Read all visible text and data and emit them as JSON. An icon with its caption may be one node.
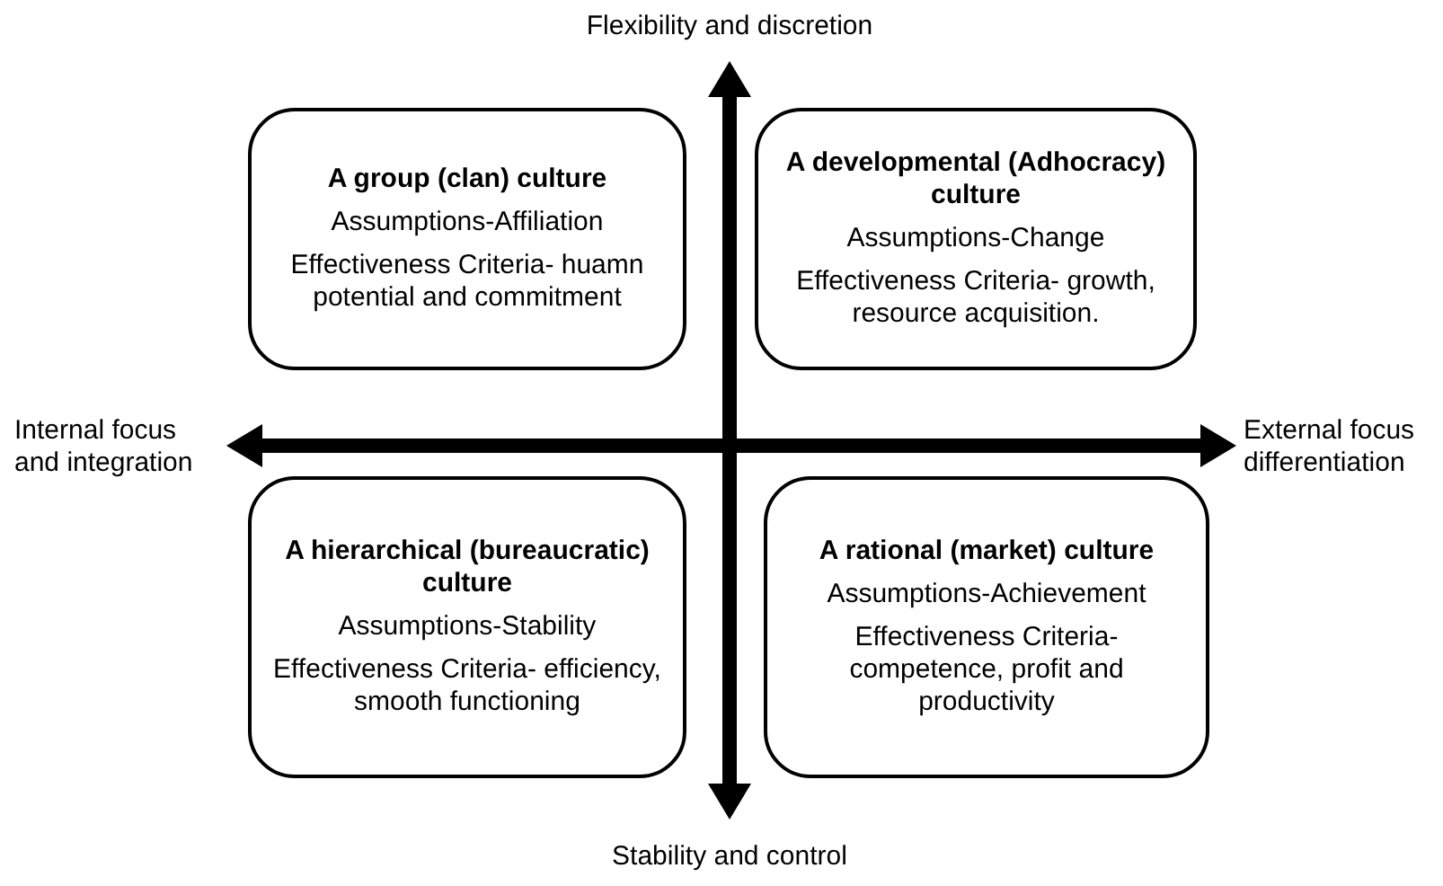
{
  "diagram": {
    "nodes": [
      {
        "text": [
          "A group (clan) culture",
          "Assumptions-Affiliation",
          "Effectiveness Criteria- huamn potential and commitment"
        ]
      },
      {
        "text": [
          "A developmental (Adhocracy) culture",
          "Assumptions-Change",
          "Effectiveness Criteria- growth, resource acquisition."
        ]
      },
      {
        "text": [
          "A hierarchical (bureaucratic) culture",
          "Assumptions-Stability",
          "Effectiveness Criteria- efficiency, smooth functioning"
        ]
      },
      {
        "text": [
          "A rational (market) culture",
          "Assumptions-Achievement",
          "Effectiveness Criteria- competence, profit and productivity"
        ]
      }
    ],
    "labels": [
      "Flexibility and discretion",
      "Internal focus and integration",
      "External focus differentiation",
      "Stability and control"
    ]
  }
}
